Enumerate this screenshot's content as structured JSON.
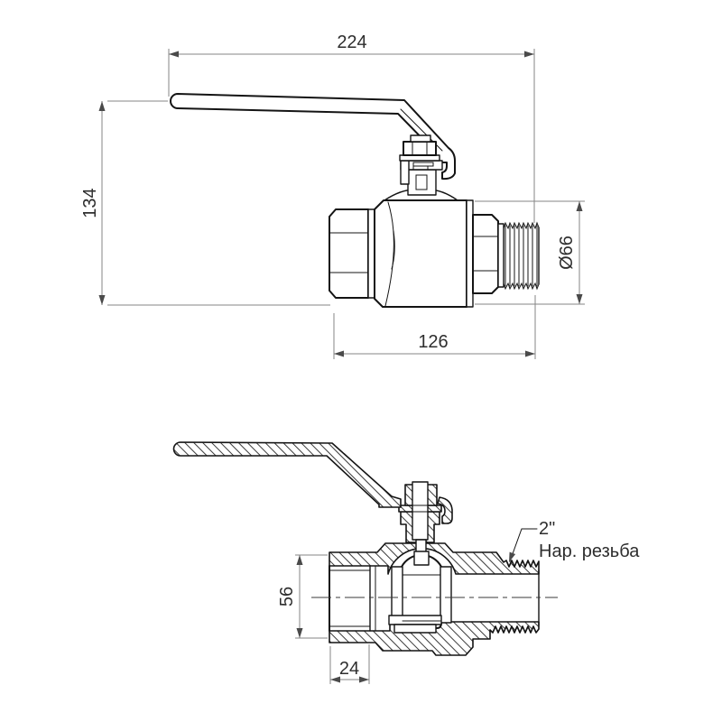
{
  "page": {
    "background": "#ffffff",
    "description": "Two-view technical drawing of a ball valve with lever handle: top side view with overall dimensions, bottom cross-section view"
  },
  "dims": {
    "total_length": "224",
    "total_height": "134",
    "body_length": "126",
    "outer_diameter": "Ø66",
    "section_height": "56",
    "thread_depth": "24"
  },
  "annotations": {
    "thread_size": "2\"",
    "thread_note": "Нар. резьба"
  },
  "colors": {
    "line": "#141414",
    "dimension_line": "#858585",
    "text": "#2e2e2e",
    "background": "#ffffff"
  }
}
